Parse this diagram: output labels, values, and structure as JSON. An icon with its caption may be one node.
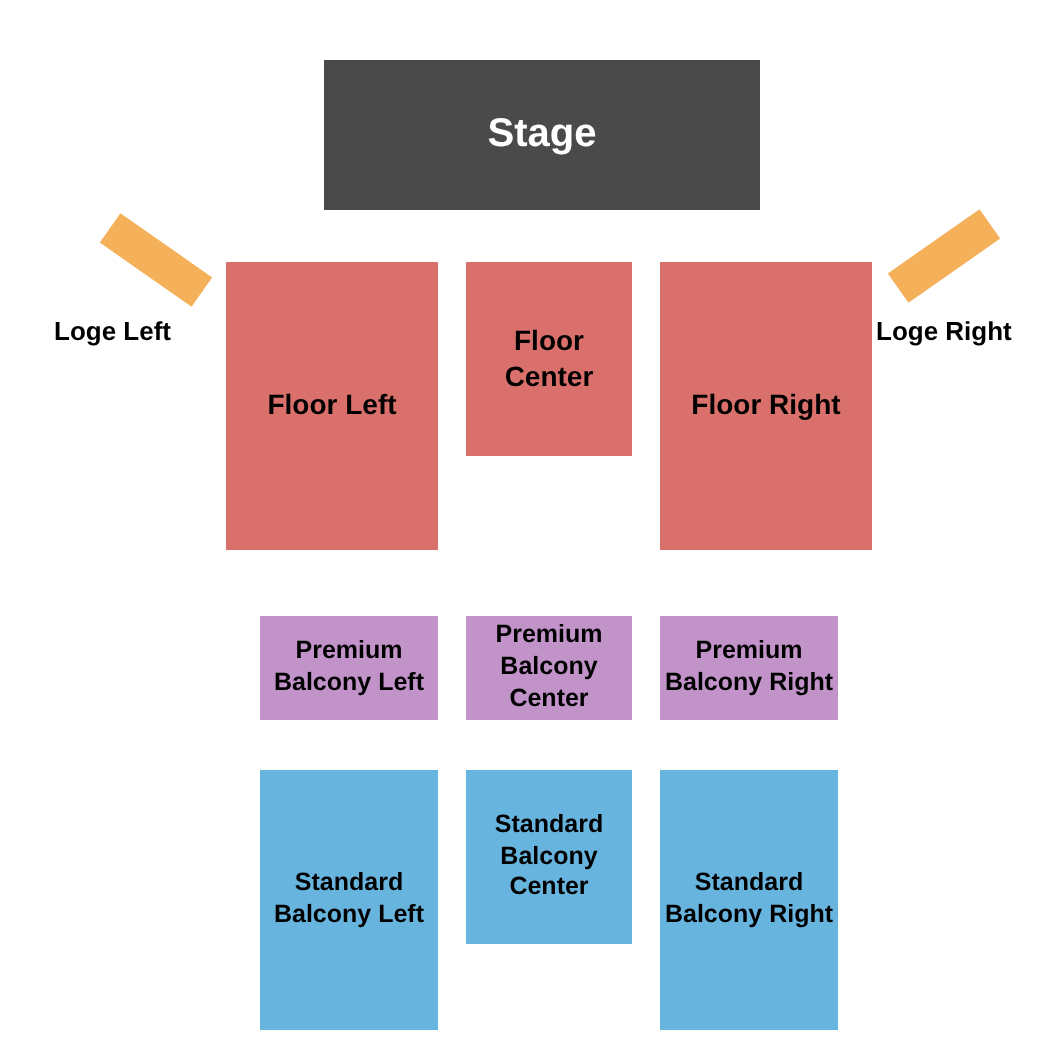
{
  "diagram": {
    "nodes": [
      {
        "text": [
          "Stage"
        ]
      },
      {
        "text": [],
        "shape": "bar"
      },
      {
        "text": [
          "Floor Left"
        ]
      },
      {
        "text": [
          "Floor Center"
        ]
      },
      {
        "text": [
          "Floor Right"
        ]
      },
      {
        "text": [],
        "shape": "bar"
      },
      {
        "text": [
          "Premium Balcony Left"
        ]
      },
      {
        "text": [
          "Premium Balcony Center"
        ]
      },
      {
        "text": [
          "Premium Balcony Right"
        ]
      },
      {
        "text": [
          "Standard Balcony Left"
        ]
      },
      {
        "text": [
          "Standard Balcony Center"
        ]
      },
      {
        "text": [
          "Standard Balcony Right"
        ]
      }
    ],
    "labels": [
      "Loge Left",
      "Loge Right"
    ]
  }
}
